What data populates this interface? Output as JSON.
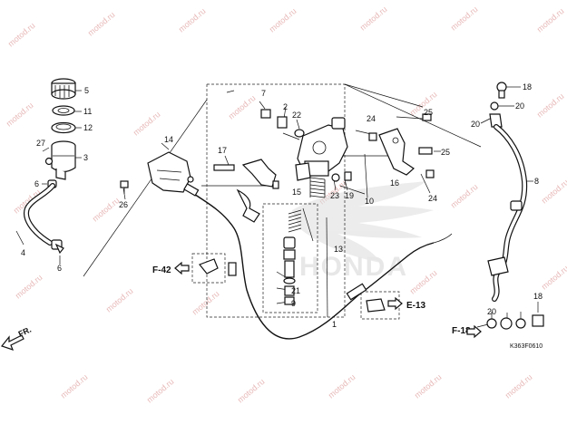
{
  "watermark": "motod.ru",
  "brand_text": "HONDA",
  "diagram_code": "K363F0610",
  "direction_label": "FR.",
  "ref_labels": {
    "f42": "F-42",
    "e13": "E-13",
    "f18": "F-18"
  },
  "callouts": {
    "c1": "1",
    "c2": "2",
    "c3": "3",
    "c4": "4",
    "c5": "5",
    "c6a": "6",
    "c6b": "6",
    "c7": "7",
    "c8": "8",
    "c9": "9",
    "c10": "10",
    "c11": "11",
    "c12": "12",
    "c13": "13",
    "c14": "14",
    "c15": "15",
    "c16": "16",
    "c17": "17",
    "c18a": "18",
    "c18b": "18",
    "c19": "19",
    "c20a": "20",
    "c20b": "20",
    "c21": "21",
    "c22": "22",
    "c23": "23",
    "c24a": "24",
    "c24b": "24",
    "c25a": "25",
    "c25b": "25",
    "c26": "26",
    "c27": "27"
  }
}
